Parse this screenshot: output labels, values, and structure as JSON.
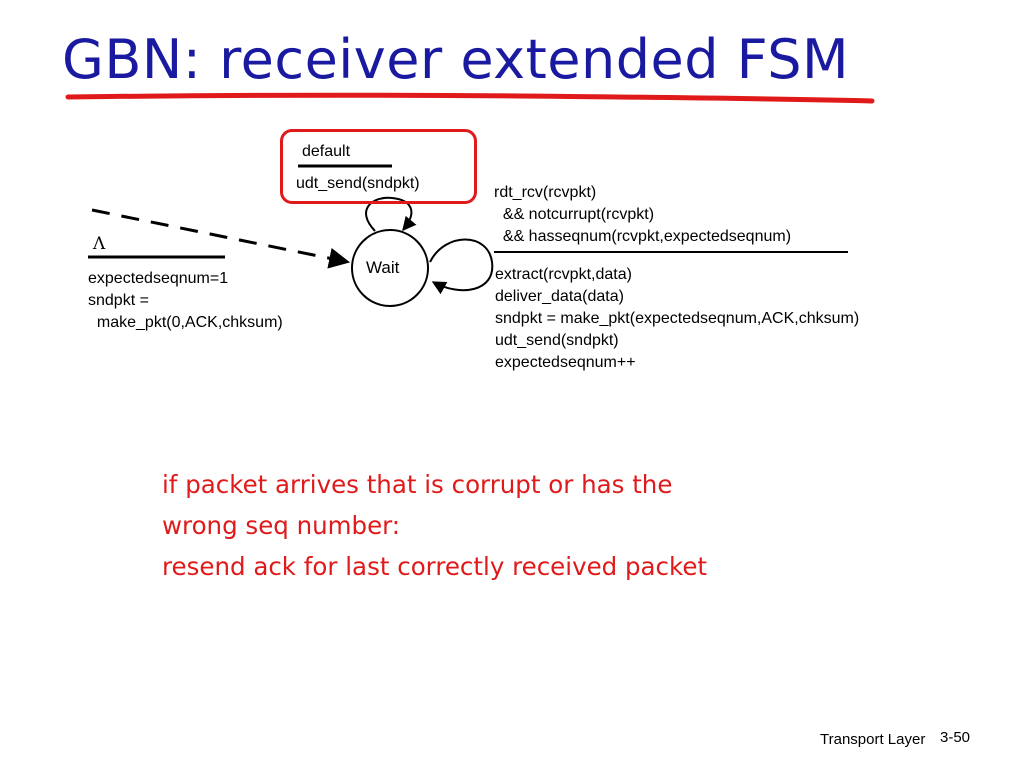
{
  "slide": {
    "title": "GBN: receiver extended FSM",
    "footer_label": "Transport Layer",
    "page_number": "3-50"
  },
  "fsm": {
    "state": "Wait",
    "default_transition": {
      "event": "default",
      "action": "udt_send(sndpkt)"
    },
    "initial_transition": {
      "event": "Λ",
      "actions": "expectedseqnum=1\nsndpkt =\n  make_pkt(0,ACK,chksum)"
    },
    "receive_transition": {
      "condition": "rdt_rcv(rcvpkt)\n  && notcurrupt(rcvpkt)\n  && hasseqnum(rcvpkt,expectedseqnum)",
      "actions": "extract(rcvpkt,data)\ndeliver_data(data)\nsndpkt = make_pkt(expectedseqnum,ACK,chksum)\nudt_send(sndpkt)\nexpectedseqnum++"
    }
  },
  "note": "if packet arrives that is corrupt or has the\nwrong seq number:\nresend ack for last correctly received packet",
  "colors": {
    "title": "#1a1aa0",
    "accent_red": "#e01a1a",
    "ink": "#000000"
  }
}
